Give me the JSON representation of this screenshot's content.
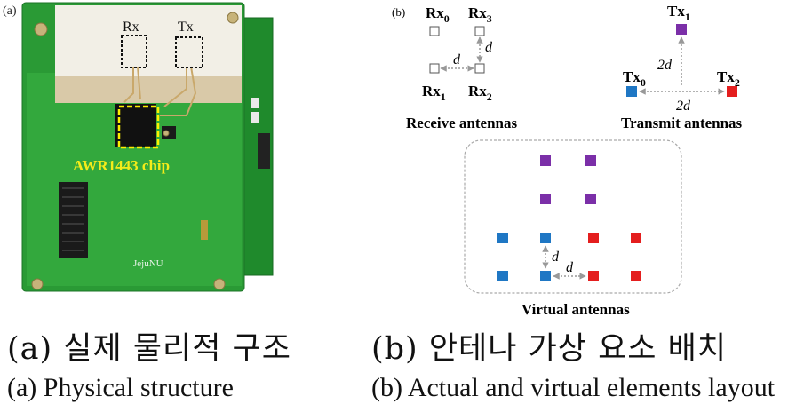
{
  "panel_a": {
    "tag": "(a)",
    "rx_label": "Rx",
    "tx_label": "Tx",
    "chip_label": "AWR1443 chip",
    "board_text": "JejuNU"
  },
  "panel_b": {
    "tag": "(b)",
    "rx0": {
      "main": "Rx",
      "sub": "0"
    },
    "rx1": {
      "main": "Rx",
      "sub": "1"
    },
    "rx2": {
      "main": "Rx",
      "sub": "2"
    },
    "rx3": {
      "main": "Rx",
      "sub": "3"
    },
    "tx0": {
      "main": "Tx",
      "sub": "0"
    },
    "tx1": {
      "main": "Tx",
      "sub": "1"
    },
    "tx2": {
      "main": "Tx",
      "sub": "2"
    },
    "d": "d",
    "two_d": "2d",
    "receive_title": "Receive antennas",
    "transmit_title": "Transmit antennas",
    "virtual_title": "Virtual antennas",
    "colors": {
      "tx0": "#1f77c4",
      "tx1": "#7b2fa8",
      "tx2": "#e41e1e",
      "arrow": "#999999"
    }
  },
  "captions": {
    "a_ko": "(a) 실제 물리적 구조",
    "b_ko": "(b) 안테나 가상 요소 배치",
    "a_en": "(a) Physical structure",
    "b_en": "(b) Actual and virtual elements layout"
  }
}
